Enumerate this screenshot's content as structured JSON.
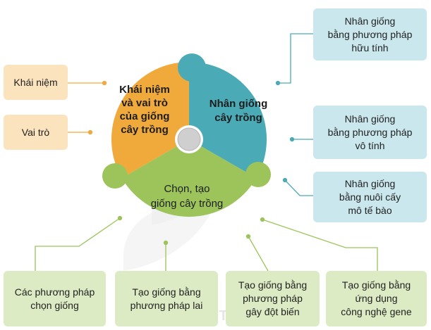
{
  "center": {
    "segment_orange": "Khái niệm\nvà vai trò\ncủa giống\ncây trồng",
    "segment_teal": "Nhân giống\ncây trồng",
    "segment_green": "Chọn, tạo\ngiống cây trồng"
  },
  "left_boxes": [
    "Khái niệm",
    "Vai trò"
  ],
  "right_boxes": [
    "Nhân giống\nbằng phương pháp\nhữu tính",
    "Nhân giống\nbằng phương pháp\nvô tính",
    "Nhân giống\nbằng nuôi cấy\nmô tế bào"
  ],
  "bottom_boxes": [
    "Các phương pháp\nchọn giống",
    "Tạo giống bằng\nphương pháp lai",
    "Tạo giống bằng\nphương pháp\ngây đột biến",
    "Tạo giống bằng\nứng dụng\ncông nghệ gene"
  ],
  "watermark": "KẾT NỐI TRI THỨC",
  "colors": {
    "orange": "#f0a93b",
    "teal": "#4aaab6",
    "green": "#9cc45a",
    "orange_box": "#fbe3bd",
    "teal_box": "#c9e7ec",
    "green_box": "#dcebc4"
  }
}
